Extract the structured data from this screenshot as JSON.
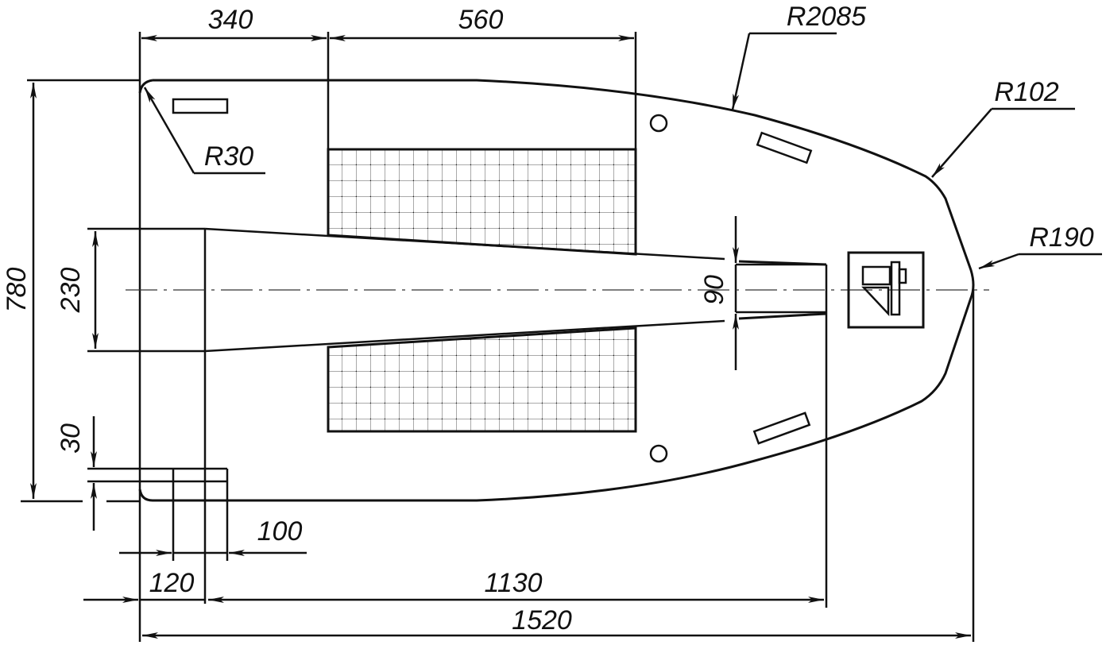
{
  "drawing": {
    "type": "technical-drawing",
    "subject": "hull-plan-view",
    "units": "mm",
    "dimensions": {
      "top_left_width": "340",
      "top_grid_width": "560",
      "overall_height": "780",
      "cockpit_width": "230",
      "narrow_width": "90",
      "ledge_height": "30",
      "ledge_width": "100",
      "stern_width": "120",
      "length_to_step": "1130",
      "overall_length": "1520"
    },
    "radii": {
      "corner": "R30",
      "side_curve": "R2085",
      "bow_shoulder": "R102",
      "bow_tip": "R190"
    },
    "colors": {
      "ink": "#111111",
      "paper": "#ffffff"
    }
  }
}
